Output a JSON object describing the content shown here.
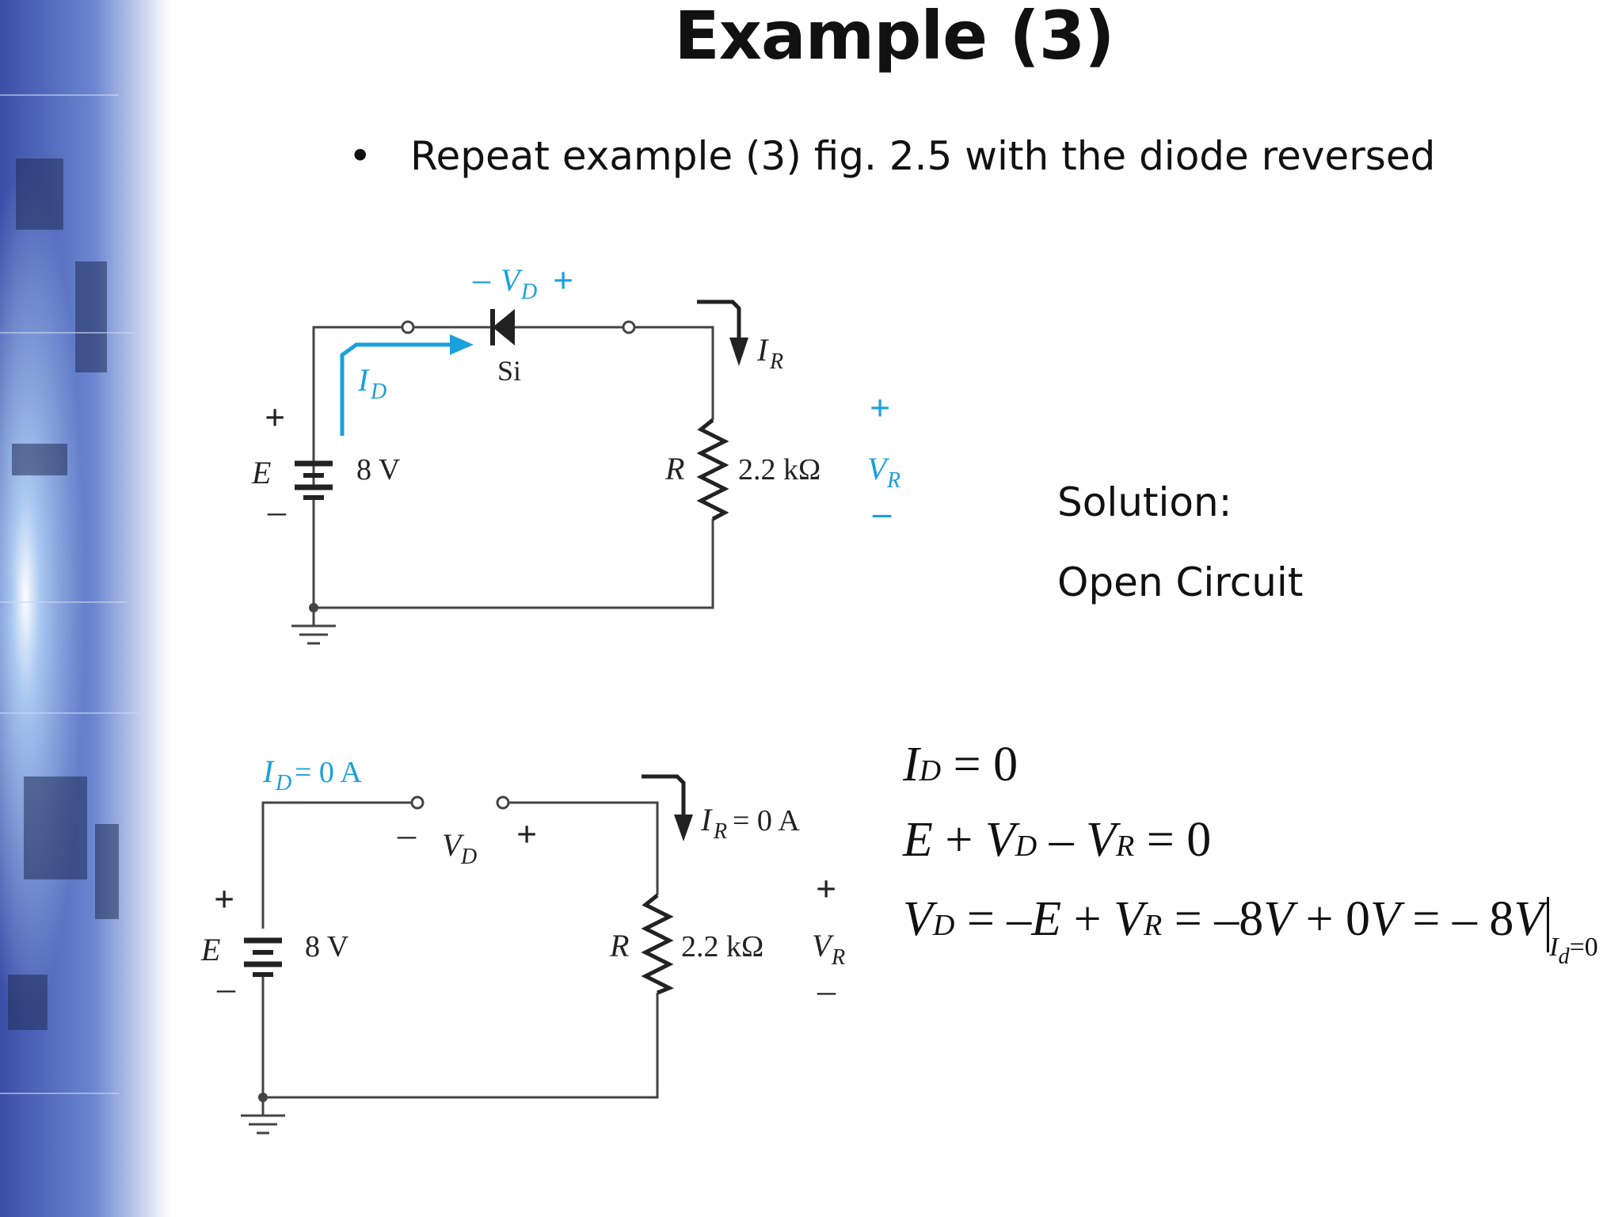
{
  "slide": {
    "title": "Example (3)",
    "bullet": "Repeat example (3) fig. 2.5 with the diode reversed"
  },
  "solution": {
    "heading": "Solution:",
    "result": "Open Circuit"
  },
  "circuit1": {
    "vd_minus": "–",
    "vd_label": "V",
    "vd_sub": "D",
    "vd_plus": "+",
    "diode": "Si",
    "id_label": "I",
    "id_sub": "D",
    "ir_label": "I",
    "ir_sub": "R",
    "e_label": "E",
    "e_plus": "+",
    "e_minus": "–",
    "e_value": "8 V",
    "r_label": "R",
    "r_value": "2.2 kΩ",
    "vr_plus": "+",
    "vr_label": "V",
    "vr_sub": "R",
    "vr_minus": "–"
  },
  "circuit2": {
    "id_text": "I",
    "id_sub": "D",
    "id_value": " = 0 A",
    "vd_minus": "–",
    "vd_label": "V",
    "vd_sub": "D",
    "vd_plus": "+",
    "ir_text": "I",
    "ir_sub": "R",
    "ir_value": " = 0 A",
    "e_label": "E",
    "e_plus": "+",
    "e_minus": "–",
    "e_value": "8 V",
    "r_label": "R",
    "r_value": "2.2 kΩ",
    "vr_plus": "+",
    "vr_label": "V",
    "vr_sub": "R",
    "vr_minus": "–"
  },
  "equations": {
    "eq1": {
      "lhs": "I",
      "lhs_sub": "D",
      "rhs": " = 0"
    },
    "eq2": {
      "e": "E",
      "p1": " + ",
      "vd": "V",
      "vd_sub": "D",
      "m1": " – ",
      "vr": "V",
      "vr_sub": "R",
      "rhs": " = 0"
    },
    "eq3": {
      "vd": "V",
      "vd_sub": "D",
      "mid1": " = –",
      "e": "E",
      "mid2": " + ",
      "vr": "V",
      "vr_sub": "R",
      "mid3": " = –8",
      "v1": "V",
      "mid4": " + 0",
      "v2": "V",
      "mid5": " = – 8",
      "v3": "V",
      "cond_i": "I",
      "cond_d": "d",
      "cond_eq": "=0"
    }
  },
  "colors": {
    "accent": "#1aa0dc",
    "wire": "#444444"
  }
}
